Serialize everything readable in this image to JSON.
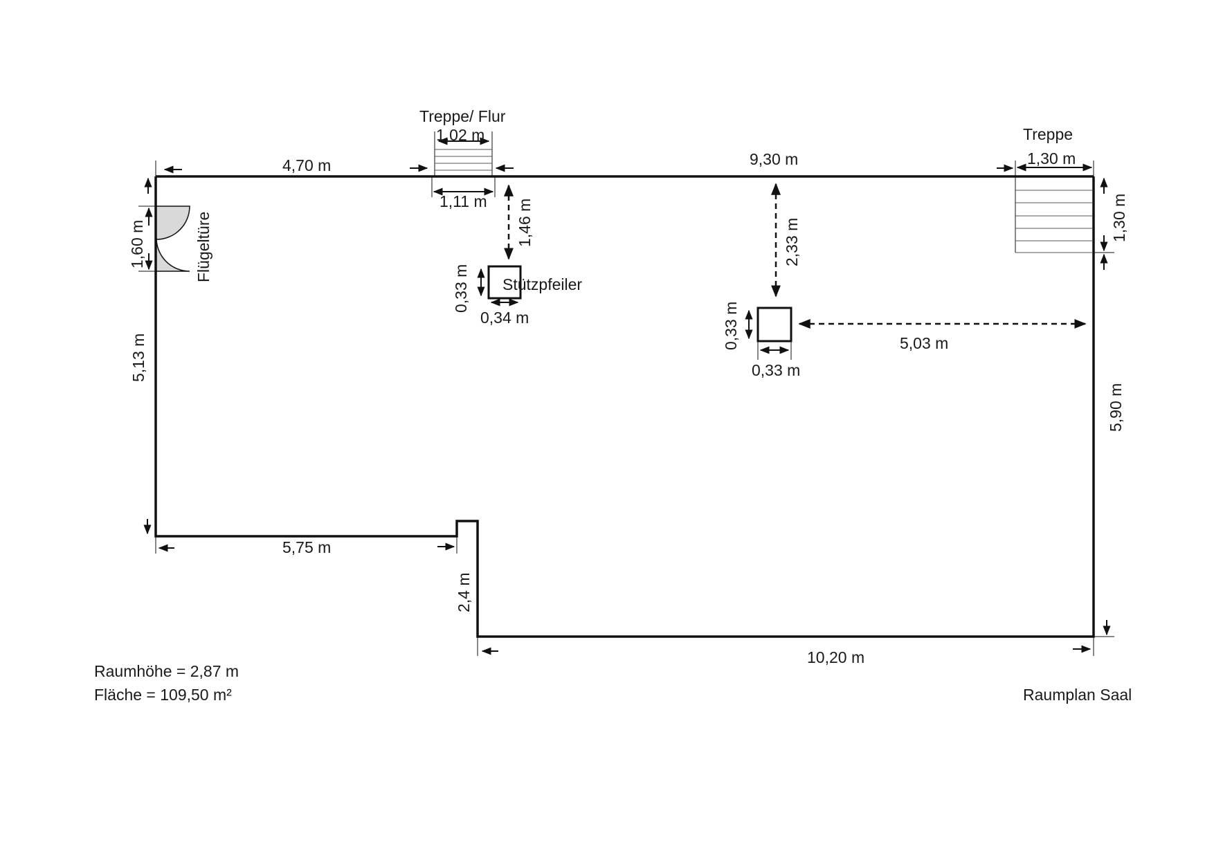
{
  "labels": {
    "stair_hall": "Treppe/ Flur",
    "stair": "Treppe",
    "door": "Flügeltüre",
    "pillar": "Stützpfeiler",
    "title": "Raumplan Saal",
    "room_height": "Raumhöhe = 2,87 m",
    "area": "Fläche = 109,50 m²"
  },
  "dimensions": {
    "top_left": "4,70 m",
    "stair_hall_top": "1,02 m",
    "stair_hall_bottom": "1,11 m",
    "top_right": "9,30 m",
    "stair_width": "1,30 m",
    "stair_depth": "1,30 m",
    "door": "1,60 m",
    "left_wall": "5,13 m",
    "pillar1_dist": "1,46 m",
    "pillar1_h": "0,33 m",
    "pillar1_w": "0,34 m",
    "pillar2_dist": "2,33 m",
    "pillar2_h": "0,33 m",
    "pillar2_w": "0,33 m",
    "pillar2_right": "5,03 m",
    "right_wall": "5,90 m",
    "bottom_left": "5,75 m",
    "step": "2,4 m",
    "bottom_right": "10,20 m"
  }
}
